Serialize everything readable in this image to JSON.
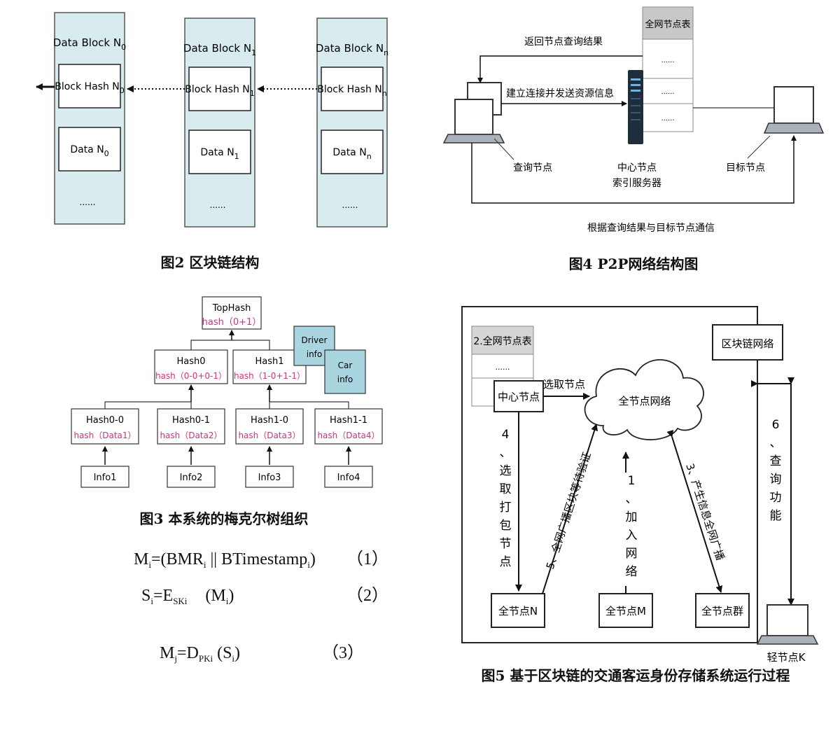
{
  "fig2": {
    "caption": "图2  区块链结构",
    "block0": {
      "title": "Data Block N",
      "title_sub": "0",
      "hash": "Block Hash N",
      "hash_sub": "0",
      "data": "Data N",
      "data_sub": "0",
      "more": "......"
    },
    "block1": {
      "title": "Data Block N",
      "title_sub": "1",
      "hash": "Block Hash N",
      "hash_sub": "1",
      "data": "Data N",
      "data_sub": "1",
      "more": "......"
    },
    "blockn": {
      "title": "Data Block N",
      "title_sub": "n",
      "hash": "Block Hash N",
      "hash_sub": "n",
      "data": "Data N",
      "data_sub": "n",
      "more": "......"
    }
  },
  "fig3": {
    "caption": "图3  本系统的梅克尔树组织",
    "top": {
      "name": "TopHash",
      "hash": "hash（0+1）"
    },
    "hash0": {
      "name": "Hash0",
      "hash": "hash（0-0+0-1）"
    },
    "hash1": {
      "name": "Hash1",
      "hash": "hash（1-0+1-1）"
    },
    "driver": "Driver info",
    "driver_l1": "Driver",
    "driver_l2": "info",
    "car_l1": "Car",
    "car_l2": "info",
    "leaves": [
      {
        "name": "Hash0-0",
        "hash": "hash（Data1）",
        "info": "Info1"
      },
      {
        "name": "Hash0-1",
        "hash": "hash（Data2）",
        "info": "Info2"
      },
      {
        "name": "Hash1-0",
        "hash": "hash（Data3）",
        "info": "Info3"
      },
      {
        "name": "Hash1-1",
        "hash": "hash（Data4）",
        "info": "Info4"
      }
    ]
  },
  "fig4": {
    "caption": "图4  P2P网络结构图",
    "table_title": "全网节点表",
    "table_rows": [
      "......",
      "......",
      "......"
    ],
    "return_result": "返回节点查询结果",
    "connect": "建立连接并发送资源信息",
    "query_node": "查询节点",
    "center_l1": "中心节点",
    "center_l2": "索引服务器",
    "target_node": "目标节点",
    "comm": "根据查询结果与目标节点通信"
  },
  "fig5": {
    "caption": "图5  基于区块链的交通客运身份存储系统运行过程",
    "table_title": "2.全网节点表",
    "table_row": "......",
    "center": "中心节点",
    "select_node": "选取节点",
    "cloud": "全节点网络",
    "blockchain_net": "区块链网络",
    "step4": "4、选取打包节点",
    "step5": "5、全网广播区块等待验证",
    "step1": "1、加入网络",
    "step3": "3、产生信息全网广播",
    "step6": "6、查询功能",
    "node_n": "全节点N",
    "node_m": "全节点M",
    "node_group": "全节点群",
    "light_node": "轻节点K"
  },
  "equations": {
    "eq1": "Mi=(BMRi || BTimestampi)",
    "eq2": "Si=ESKi  (Mi)",
    "eq3": "Mj=DPKi (Si)",
    "n1": "（1）",
    "n2": "（2）",
    "n3": "（3）"
  },
  "colors": {
    "block_fill": "#d8ebef",
    "box_fill": "#a9d5e0",
    "pink": "#d4307a"
  }
}
